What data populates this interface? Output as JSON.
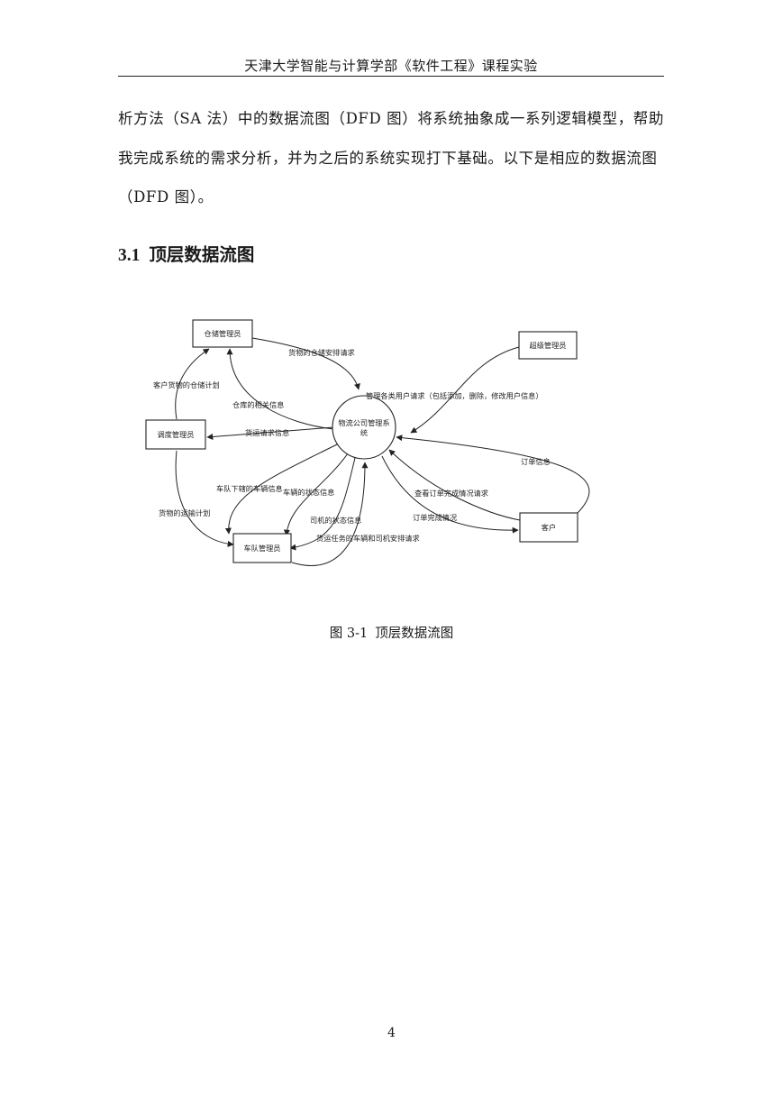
{
  "header": {
    "title": "天津大学智能与计算学部《软件工程》课程实验"
  },
  "body": {
    "paragraph": "析方法（SA 法）中的数据流图（DFD 图）将系统抽象成一系列逻辑模型，帮助我完成系统的需求分析，并为之后的系统实现打下基础。以下是相应的数据流图（DFD 图）。"
  },
  "section": {
    "number": "3.1",
    "title": "顶层数据流图"
  },
  "diagram": {
    "nodes": {
      "warehouse_admin": "仓储管理员",
      "super_admin": "超级管理员",
      "dispatch_admin": "调度管理员",
      "system_line1": "物流公司管理系",
      "system_line2": "统",
      "fleet_admin": "车队管理员",
      "customer": "客户"
    },
    "flows": {
      "storage_request": "货物的仓储安排请求",
      "customer_storage_plan": "客户货物的仓储计划",
      "warehouse_info": "仓库的相关信息",
      "manage_users": "管理各类用户请求（包括添加，删除，修改用户信息）",
      "shipping_request": "货运请求信息",
      "fleet_vehicle_info": "车队下辖的车辆信息",
      "vehicle_status": "车辆的状态信息",
      "transport_plan": "货物的运输计划",
      "driver_status": "司机的状态信息",
      "vehicle_driver_request": "货运任务的车辆和司机安排请求",
      "order_info": "订单信息",
      "order_query": "查看订单完成情况请求",
      "order_status": "订单完成情况"
    }
  },
  "caption": {
    "number": "图 3-1",
    "title": "顶层数据流图"
  },
  "footer": {
    "page_number": "4"
  }
}
